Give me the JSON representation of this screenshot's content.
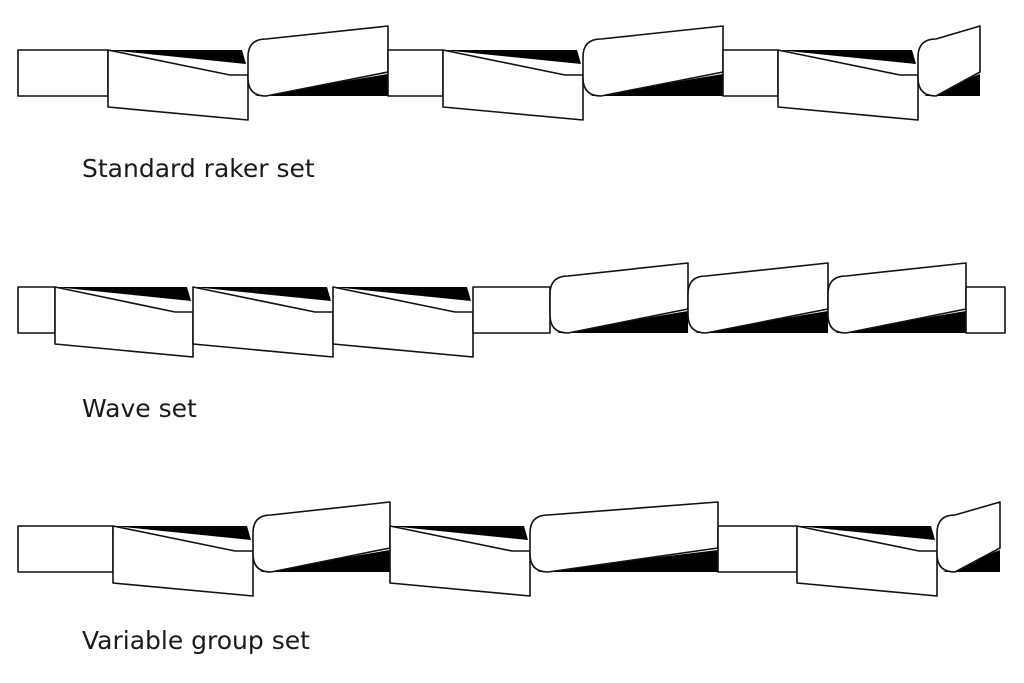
{
  "diagram": {
    "colors": {
      "stroke": "#111111",
      "fill": "#ffffff",
      "shadow": "#000000",
      "text": "#1a1a1a"
    },
    "sets": [
      {
        "label": "Standard raker set",
        "pattern": [
          "raker",
          "left",
          "right",
          "raker",
          "left",
          "right",
          "raker",
          "left",
          "right"
        ]
      },
      {
        "label": "Wave set",
        "pattern": [
          "raker",
          "left",
          "left",
          "left",
          "raker",
          "right",
          "right",
          "right",
          "raker"
        ]
      },
      {
        "label": "Variable group set",
        "pattern": [
          "raker",
          "left",
          "right",
          "right",
          "left",
          "right",
          "raker",
          "left",
          "right"
        ]
      }
    ]
  }
}
